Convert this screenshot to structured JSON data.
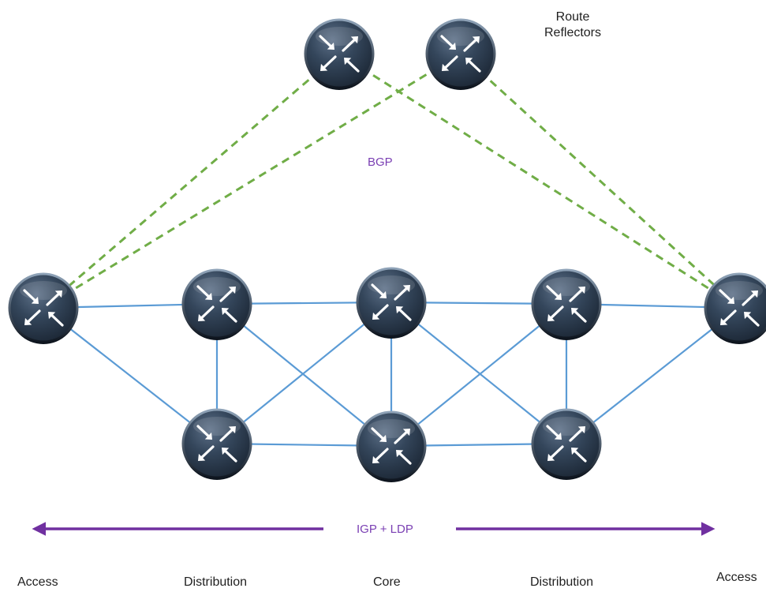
{
  "labels": {
    "route_reflectors_line1": "Route",
    "route_reflectors_line2": "Reflectors",
    "bgp": "BGP",
    "igp_ldp": "IGP + LDP"
  },
  "layers": {
    "access_left": "Access",
    "distribution_left": "Distribution",
    "core": "Core",
    "distribution_right": "Distribution",
    "access_right": "Access"
  },
  "colors": {
    "igp_link": "#5b9bd5",
    "bgp_session": "#70ad47",
    "protocol_text": "#7a3fb3",
    "arrow": "#7030a0",
    "router_body": "#2b3a4c"
  },
  "icons": {
    "router": "router-icon"
  },
  "nodes": [
    {
      "id": "rr1",
      "role": "route-reflector"
    },
    {
      "id": "rr2",
      "role": "route-reflector"
    },
    {
      "id": "a1",
      "role": "access"
    },
    {
      "id": "d1t",
      "role": "distribution"
    },
    {
      "id": "c1t",
      "role": "core"
    },
    {
      "id": "d2t",
      "role": "distribution"
    },
    {
      "id": "a2",
      "role": "access"
    },
    {
      "id": "d1b",
      "role": "distribution"
    },
    {
      "id": "c1b",
      "role": "core"
    },
    {
      "id": "d2b",
      "role": "distribution"
    }
  ],
  "igp_links": [
    [
      "a1",
      "d1t"
    ],
    [
      "a1",
      "d1b"
    ],
    [
      "d1t",
      "c1t"
    ],
    [
      "d1t",
      "d1b"
    ],
    [
      "d1t",
      "c1b"
    ],
    [
      "d1b",
      "c1t"
    ],
    [
      "d1b",
      "c1b"
    ],
    [
      "c1t",
      "c1b"
    ],
    [
      "c1t",
      "d2t"
    ],
    [
      "c1t",
      "d2b"
    ],
    [
      "c1b",
      "d2t"
    ],
    [
      "c1b",
      "d2b"
    ],
    [
      "d2t",
      "d2b"
    ],
    [
      "d2t",
      "a2"
    ],
    [
      "d2b",
      "a2"
    ]
  ],
  "bgp_sessions": [
    [
      "rr1",
      "a1"
    ],
    [
      "rr2",
      "a1"
    ],
    [
      "rr1",
      "a2"
    ],
    [
      "rr2",
      "a2"
    ]
  ]
}
